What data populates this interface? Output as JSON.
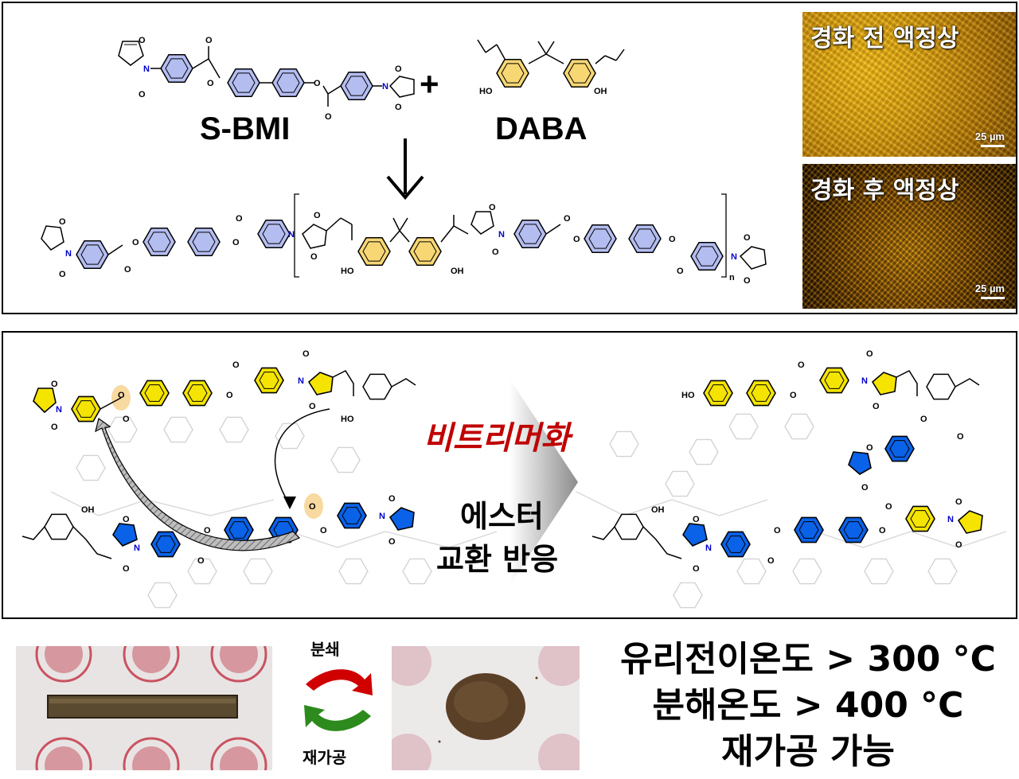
{
  "reactants": {
    "monomer_label": "S-BMI",
    "curing_agent_label": "DABA",
    "plus_sign": "+"
  },
  "atoms": {
    "O": "O",
    "N": "N",
    "HO": "HO",
    "OH": "OH",
    "n": "n"
  },
  "micrographs": {
    "before": {
      "caption": "경화 전 액정상",
      "scale_bar": "25 µm"
    },
    "after": {
      "caption": "경화 후 액정상",
      "scale_bar": "25 µm"
    }
  },
  "exchange": {
    "process_label": "비트리머화",
    "reaction_line1": "에스터",
    "reaction_line2": "교환 반응",
    "colors": {
      "process": "#c00000",
      "yellow_ring": "#f5e400",
      "blue_ring": "#0a62e8",
      "highlight": "#f8d9a0"
    }
  },
  "recycling": {
    "crush_label": "분쇄",
    "reprocess_label": "재가공",
    "colors": {
      "crush_arrow": "#d00000",
      "reprocess_arrow": "#2d8a1d"
    }
  },
  "properties": {
    "line1": "유리전이온도 > 300 °C",
    "line2": "분해온도 > 400 °C",
    "line3": "재가공 가능"
  },
  "colors": {
    "benzene_fill": "#b4bdf0",
    "phenol_fill": "#f7d774",
    "border": "#000000"
  }
}
